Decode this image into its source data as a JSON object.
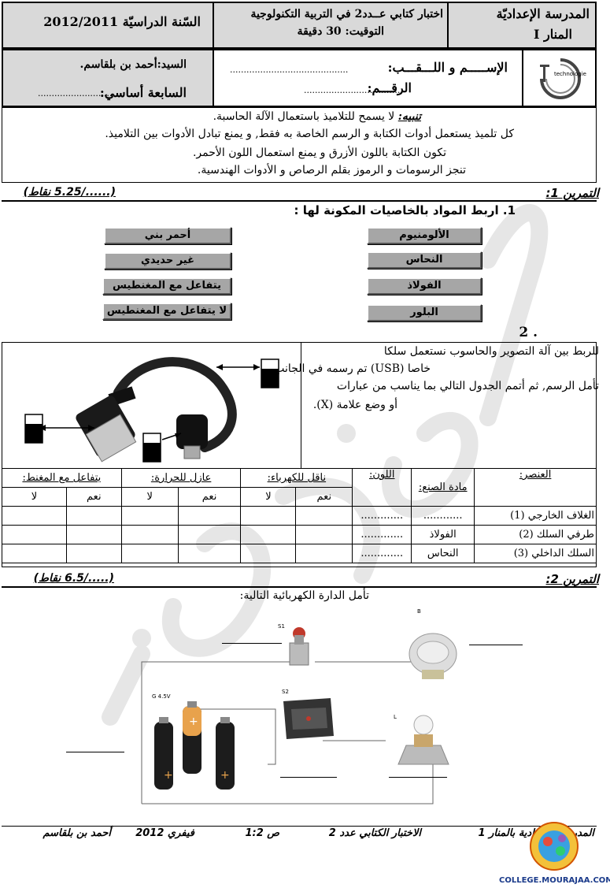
{
  "header": {
    "school_line1": "المدرسة الإعداديّة",
    "school_line2": "المنار I",
    "exam_line1": "اختبار كتابي عــدد2 في التربية التكنولوجية",
    "exam_line2": "التوقيت: 30 دقيقة",
    "year": "السّنة الدراسيّة 2012/2011",
    "teacher_label": "السيد:أحمد بن بلقاسم.",
    "class_label": "السابعة أساسي:",
    "class_dots": "...........................",
    "name_label": "الإســـــم و اللـــقـــب:",
    "name_dots": "...........................................",
    "number_label": "الرقـــم:",
    "number_dots": "...................................",
    "logo_text": "technologie"
  },
  "notice": {
    "title": "تنبيه:",
    "line1": "لا يسمح للتلاميذ باستعمال الآلة الحاسبة.",
    "line2": "كل تلميذ يستعمل أدوات الكتابة و الرسم الخاصة به فقط, و يمنع تبادل الأدوات بين التلاميذ.",
    "line3": "تكون الكتابة باللون الأزرق و يمنع استعمال اللون الأحمر.",
    "line4": "تنجز الرسومات و الرموز بقلم الرصاص و الأدوات الهندسية."
  },
  "exercise1": {
    "title": "التمرين 1:",
    "score": "(....../5.25 نقاط)",
    "q1": "1. اربط المواد بالخاصيات المكونة لها :",
    "materials": [
      "الألومنيوم",
      "النحاس",
      "الفولاذ",
      "البلور"
    ],
    "properties": [
      "أحمر بني",
      "غير حديدي",
      "يتفاعل مع المغنطيس",
      "لا يتفاعل مع المغنطيس"
    ],
    "q2_num": "2 .",
    "q2_text": [
      "للربط بين آلة التصوير والحاسوب نستعمل سلكا",
      "خاصا (USB)  تم رسمه في الجانب.",
      "تأمل الرسم, ثم أتمم الجدول التالي بما يناسب من عبارات",
      "أو وضع علامة (X)."
    ],
    "table": {
      "headers": [
        "العنصر:",
        "مادة الصنع:",
        "اللون:",
        "ناقل للكهرباء:",
        "عازل للحرارة:",
        "يتفاعل مع المغنط:"
      ],
      "yes": "نعم",
      "no": "لا",
      "rows": [
        {
          "element": "الغلاف الخارجي (1)",
          "material": "............",
          "color": "............."
        },
        {
          "element": "طرفي السلك (2)",
          "material": "الفولاذ",
          "color": "............."
        },
        {
          "element": "السلك الداخلي (3)",
          "material": "النحاس",
          "color": "............."
        }
      ]
    }
  },
  "exercise2": {
    "title": "التمرين 2:",
    "score": "(...../6.5 نقاط)",
    "intro": "تأمل الدارة الكهربائية التالية:",
    "labels": {
      "s1": "S1",
      "b": "B",
      "s2": "S2",
      "l": "L",
      "g": "G 4.5V"
    }
  },
  "footer": {
    "left": "أحمد بن بلقاسم",
    "date": "فيفري 2012",
    "page": "ص 1:2",
    "exam": "الاختبار الكتابي عدد 2",
    "school": "المدرسة الإعدادية بالمنار 1",
    "site": "COLLEGE.MOURAJAA.COM"
  }
}
